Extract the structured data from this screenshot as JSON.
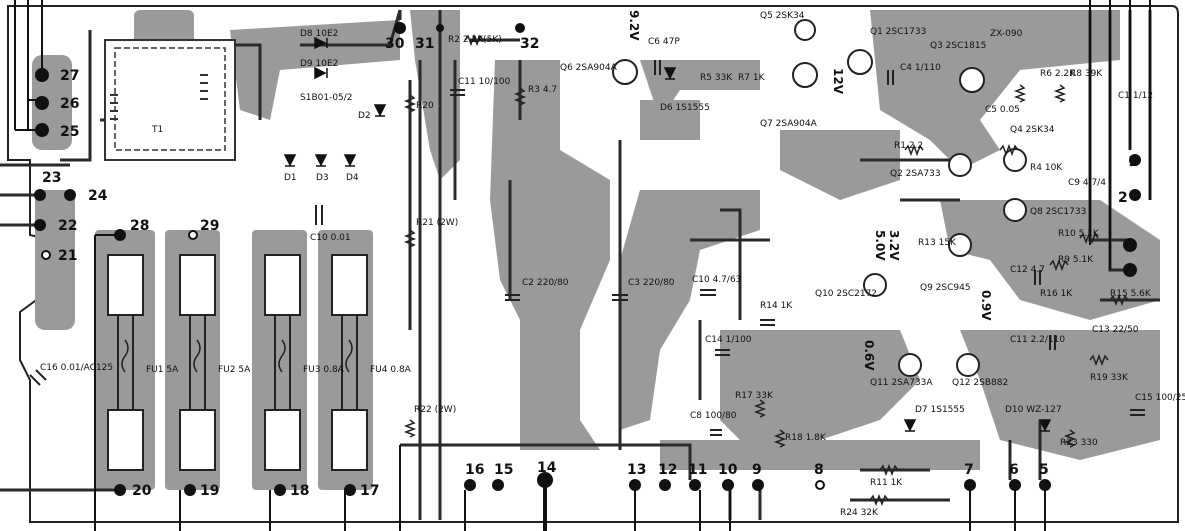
{
  "terminals": [
    {
      "id": "t27",
      "text": "27"
    },
    {
      "id": "t26",
      "text": "26"
    },
    {
      "id": "t25",
      "text": "25"
    },
    {
      "id": "t23",
      "text": "23"
    },
    {
      "id": "t24",
      "text": "24"
    },
    {
      "id": "t22",
      "text": "22"
    },
    {
      "id": "t21",
      "text": "21"
    },
    {
      "id": "t28",
      "text": "28"
    },
    {
      "id": "t29",
      "text": "29"
    },
    {
      "id": "t20",
      "text": "20"
    },
    {
      "id": "t19",
      "text": "19"
    },
    {
      "id": "t18",
      "text": "18"
    },
    {
      "id": "t17",
      "text": "17"
    },
    {
      "id": "t16",
      "text": "16"
    },
    {
      "id": "t15",
      "text": "15"
    },
    {
      "id": "t14",
      "text": "14"
    },
    {
      "id": "t13",
      "text": "13"
    },
    {
      "id": "t12",
      "text": "12"
    },
    {
      "id": "t11",
      "text": "11"
    },
    {
      "id": "t10",
      "text": "10"
    },
    {
      "id": "t9",
      "text": "9"
    },
    {
      "id": "t8",
      "text": "8"
    },
    {
      "id": "t7",
      "text": "7"
    },
    {
      "id": "t6",
      "text": "6"
    },
    {
      "id": "t5",
      "text": "5"
    },
    {
      "id": "t30",
      "text": "30"
    },
    {
      "id": "t31",
      "text": "31"
    },
    {
      "id": "t32",
      "text": "32"
    },
    {
      "id": "t1",
      "text": "1"
    },
    {
      "id": "t2",
      "text": "2"
    }
  ],
  "components": [
    {
      "id": "T1",
      "text": "T1"
    },
    {
      "id": "D8",
      "text": "D8 10E2"
    },
    {
      "id": "D9",
      "text": "D9 10E2"
    },
    {
      "id": "S1B01",
      "text": "S1B01-05/2"
    },
    {
      "id": "D2",
      "text": "D2"
    },
    {
      "id": "D1",
      "text": "D1"
    },
    {
      "id": "D3",
      "text": "D3"
    },
    {
      "id": "D4",
      "text": "D4"
    },
    {
      "id": "R20",
      "text": "R20"
    },
    {
      "id": "R21",
      "text": "R21 (2W)"
    },
    {
      "id": "R22",
      "text": "R22 (2W)"
    },
    {
      "id": "C10",
      "text": "C10 0.01"
    },
    {
      "id": "C11",
      "text": "C11 10/100"
    },
    {
      "id": "FU1",
      "text": "FU1 5A"
    },
    {
      "id": "FU2",
      "text": "FU2 5A"
    },
    {
      "id": "FU3",
      "text": "FU3 0.8A"
    },
    {
      "id": "FU4",
      "text": "FU4 0.8A"
    },
    {
      "id": "C16",
      "text": "C16 0.01/AC125"
    },
    {
      "id": "C2",
      "text": "C2 220/80"
    },
    {
      "id": "C3",
      "text": "C3 220/80"
    },
    {
      "id": "R2",
      "text": "R2 2.2K(5K)"
    },
    {
      "id": "R3",
      "text": "R3 4.7"
    },
    {
      "id": "Q6",
      "text": "Q6 2SA904A"
    },
    {
      "id": "C6",
      "text": "C6 47P"
    },
    {
      "id": "D6",
      "text": "D6 1S1555"
    },
    {
      "id": "R5",
      "text": "R5 33K"
    },
    {
      "id": "R7",
      "text": "R7 1K"
    },
    {
      "id": "Q5",
      "text": "Q5 2SK34"
    },
    {
      "id": "Q7",
      "text": "Q7 2SA904A"
    },
    {
      "id": "Q1",
      "text": "Q1 2SC1733"
    },
    {
      "id": "C4",
      "text": "C4 1/110"
    },
    {
      "id": "Q3",
      "text": "Q3 2SC1815"
    },
    {
      "id": "ZX",
      "text": "ZX-090"
    },
    {
      "id": "R6",
      "text": "R6 2.2K"
    },
    {
      "id": "R8",
      "text": "R8 39K"
    },
    {
      "id": "C1",
      "text": "C1 1/12"
    },
    {
      "id": "C5",
      "text": "C5 0.05"
    },
    {
      "id": "Q4",
      "text": "Q4 2SK34"
    },
    {
      "id": "R1",
      "text": "R1 2.2"
    },
    {
      "id": "Q2",
      "text": "Q2 2SA733"
    },
    {
      "id": "R4",
      "text": "R4 10K"
    },
    {
      "id": "C9",
      "text": "C9 4.7/4"
    },
    {
      "id": "Q8",
      "text": "Q8 2SC1733"
    },
    {
      "id": "R10",
      "text": "R10 5.1K"
    },
    {
      "id": "R9",
      "text": "R9 5.1K"
    },
    {
      "id": "Q10",
      "text": "Q10 2SC2172"
    },
    {
      "id": "Q9",
      "text": "Q9 2SC945"
    },
    {
      "id": "R13",
      "text": "R13 15K"
    },
    {
      "id": "C12",
      "text": "C12 4.7"
    },
    {
      "id": "C11b",
      "text": "C11 2.2/110"
    },
    {
      "id": "R16",
      "text": "R16 1K"
    },
    {
      "id": "R15",
      "text": "R15 5.6K"
    },
    {
      "id": "C13",
      "text": "C13 22/50"
    },
    {
      "id": "R19",
      "text": "R19 33K"
    },
    {
      "id": "C10b",
      "text": "C10 4.7/63"
    },
    {
      "id": "C14",
      "text": "C14 1/100"
    },
    {
      "id": "C8",
      "text": "C8 100/80"
    },
    {
      "id": "R18",
      "text": "R18 1.8K"
    },
    {
      "id": "R17",
      "text": "R17 33K"
    },
    {
      "id": "R14",
      "text": "R14 1K"
    },
    {
      "id": "Q11",
      "text": "Q11 2SA733A"
    },
    {
      "id": "Q12",
      "text": "Q12 2SB882"
    },
    {
      "id": "D7",
      "text": "D7 1S1555"
    },
    {
      "id": "D10",
      "text": "D10 WZ-127"
    },
    {
      "id": "R23",
      "text": "R23 330"
    },
    {
      "id": "R24",
      "text": "R24 32K"
    },
    {
      "id": "C15",
      "text": "C15 100/25"
    },
    {
      "id": "R11",
      "text": "R11 1K"
    },
    {
      "id": "V2",
      "text": "5.0V"
    },
    {
      "id": "V3",
      "text": "3.2V"
    },
    {
      "id": "V4",
      "text": "12V"
    },
    {
      "id": "V5",
      "text": "0.6V"
    },
    {
      "id": "V6",
      "text": "9.2V"
    },
    {
      "id": "V7",
      "text": "0.9V"
    }
  ]
}
